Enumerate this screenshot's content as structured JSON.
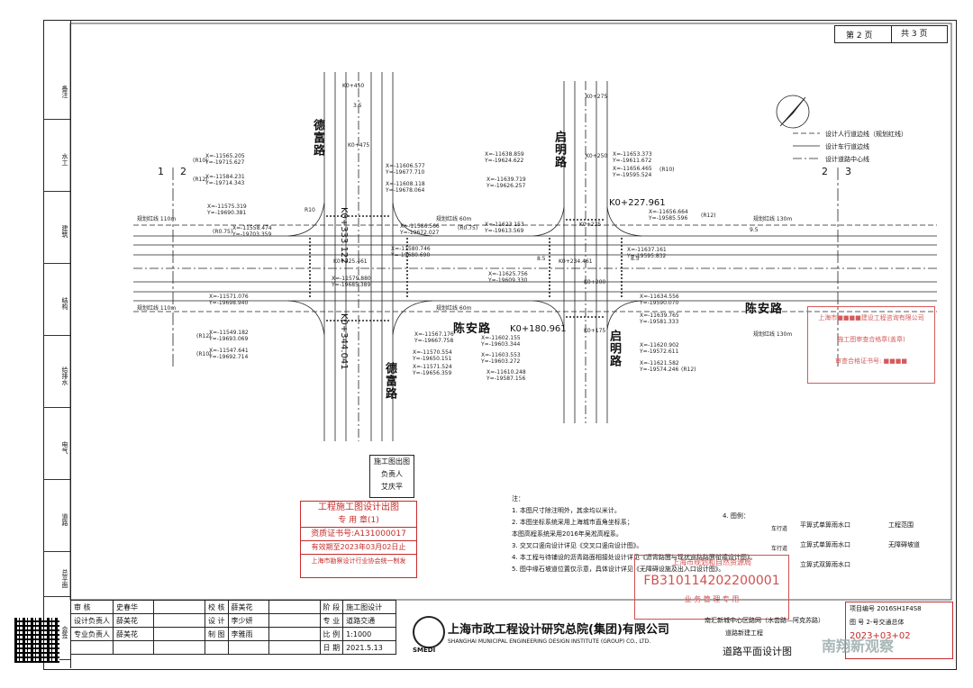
{
  "page": {
    "current": "第 2 页",
    "total": "共 3 页"
  },
  "left_strip": [
    "备注",
    "水工",
    "建筑",
    "结构",
    "给排水",
    "电气",
    "道路",
    "总平面",
    "会签"
  ],
  "roads": {
    "defu_top": "德富路",
    "defu_bottom": "德富路",
    "qiming_top": "启明路",
    "qiming_bottom": "启明路",
    "chenan_mid": "陈安路",
    "chenan_right": "陈安路"
  },
  "stations": {
    "k_333": "K0+333.122",
    "k_344": "K0+344.041",
    "k_227": "K0+227.961",
    "k_180": "K0+180.961",
    "k_450": "K0+450",
    "k_475": "K0+475",
    "k_250": "K0+250",
    "k_275": "K0+275",
    "k_225": "K0+225",
    "k_200": "K0+200",
    "k_175": "K0+175",
    "k_234": "K0+234.461",
    "k_525": "K0+525.461"
  },
  "widths": {
    "w110": "规划红线 110m",
    "w60": "规划红线 60m",
    "w130": "规划红线 130m",
    "w85": "8.5",
    "w95": "9.5",
    "w35": "3.5"
  },
  "coords": {
    "c1": "X=-11565.205\nY=-19715.627",
    "c2": "X=-11584.231\nY=-19714.343",
    "c3": "X=-11575.319\nY=-19690.381",
    "c4": "X=-11558.474\nY=-19703.359",
    "c5": "X=-11571.076\nY=-19698.940",
    "c6": "X=-11549.182\nY=-19693.069",
    "c7": "X=-11547.641\nY=-19692.714",
    "c8": "X=-11606.577\nY=-19677.710",
    "c9": "X=-11608.118\nY=-19678.064",
    "c10": "X=-11586.566\nY=-19672.027",
    "c11": "X=-11580.746\nY=-19680.690",
    "c12": "X=-11579.880\nY=-19685.389",
    "c13": "X=-11567.176\nY=-19667.758",
    "c14": "X=-11570.554\nY=-19650.151",
    "c15": "X=-11571.524\nY=-19656.359",
    "c16": "X=-11638.859\nY=-19624.622",
    "c17": "X=-11639.719\nY=-19626.257",
    "c18": "X=-11623.153\nY=-19613.569",
    "c19": "X=-11625.756\nY=-19609.330",
    "c20": "X=-11602.155\nY=-19603.344",
    "c21": "X=-11603.553\nY=-19603.272",
    "c22": "X=-11610.248\nY=-19587.156",
    "c23": "X=-11653.373\nY=-19611.672",
    "c24": "X=-11656.465\nY=-19595.524",
    "c25": "X=-11656.664\nY=-19585.596",
    "c26": "X=-11637.161\nY=-19595.832",
    "c27": "X=-11634.556\nY=-19590.070",
    "c28": "X=-11639.765\nY=-19581.333",
    "c29": "X=-11620.902\nY=-19572.611",
    "c30": "X=-11621.582\nY=-19574.246"
  },
  "radius": {
    "r10": "(R10)",
    "r12": "(R12)",
    "r075": "(R0.75)",
    "r_10": "R10"
  },
  "legend_top": [
    "设计人行道边线（规划红线）",
    "设计车行道边线",
    "设计道路中心线"
  ],
  "sections": {
    "s1": "1",
    "s2": "2",
    "s3": "2",
    "s4": "3"
  },
  "stamp_construction": {
    "title": "工程施工图设计出图",
    "sub": "专 用 章(1)",
    "cert": "资质证书号:A131000017",
    "valid": "有效期至2023年03月02日止",
    "assoc": "上海市勘察设计行业协会统一制发"
  },
  "stamp_person": [
    "施工图出图",
    "负责人",
    "艾庆平"
  ],
  "stamp_company": [
    "上海市■■■■建设工程咨询有限公司",
    "施工图审查合格章(盖章)",
    "审查合格证书号: ■■■■"
  ],
  "stamp_planning": {
    "line1": "上海市规划和自然资源局",
    "code": "FB310114202200001",
    "line3": "业 务 管 理 专 用"
  },
  "notes_title": "注：",
  "notes": [
    "1. 本图尺寸除注明外，其余均以米计。",
    "2. 本图坐标系统采用上海城市直角坐标系；",
    "   本图高程系统采用2016年吴淞高程系。",
    "3. 交叉口竖向设计详见《交叉口竖向设计图》。",
    "4. 本工程与待铺设的沥青路面相接处设计详见《沥青路面与现状道路路面衔接设计图》。",
    "5. 图中缘石坡道位置仅示意，具体设计详见《无障碍设施及出入口设计图》。"
  ],
  "legend": {
    "title": "4. 图例：",
    "items": [
      "平箅式单箅雨水口",
      "立箅式单箅雨水口",
      "立箅式双箅雨水口",
      "工程范围",
      "无障碍坡道"
    ],
    "lane": "车行道"
  },
  "titleblock": {
    "rows": [
      [
        "审 核",
        "史春华",
        "校 核",
        "薛美花",
        "阶 段",
        "施工图设计"
      ],
      [
        "设计负责人",
        "薛美花",
        "设 计",
        "李少妍",
        "专 业",
        "道路交通"
      ],
      [
        "专业负责人",
        "薛美花",
        "制 图",
        "李雅雨",
        "比 例",
        "1:1000"
      ],
      [
        "",
        "",
        "",
        "",
        "日 期",
        "2021.5.13"
      ]
    ],
    "company_cn": "上海市政工程设计研究总院(集团)有限公司",
    "company_en": "SHANGHAI MUNICIPAL ENGINEERING DESIGN INSTITUTE (GROUP) CO., LTD.",
    "logo_text": "SMEDI",
    "project": "南汇新城中心区路网（水芸路—阿克苏路）",
    "project_sub": "道路新建工程",
    "drawing": "道路平面设计图",
    "project_no_label": "项目编号",
    "project_no": "2016SH1F4S8",
    "drawing_no_label": "图 号",
    "drawing_no": "2-号交通总体",
    "date_stamp": "2023+03+02",
    "watermark": "南翔新观察"
  }
}
